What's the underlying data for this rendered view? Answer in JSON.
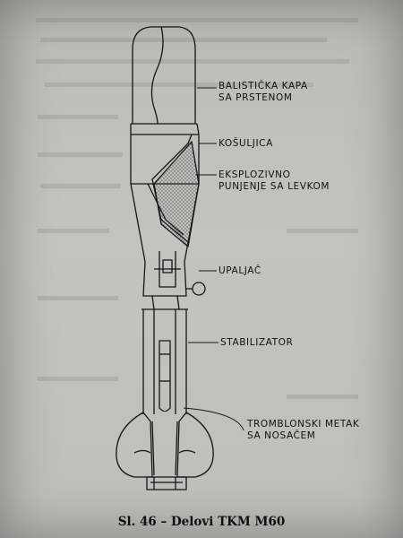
{
  "figure": {
    "labels": {
      "ballistic_cap": [
        "BALISTIČKA KAPA",
        "SA PRSTENOM"
      ],
      "jacket": [
        "KOŠULJICA"
      ],
      "explosive_charge": [
        "EKSPLOZIVNO",
        "PUNJENJE SA LEVKOM"
      ],
      "fuze": [
        "UPALJAČ"
      ],
      "stabilizer": [
        "STABILIZATOR"
      ],
      "cartridge": [
        "TROMBLONSKI METAK",
        "SA NOSAČEM"
      ]
    },
    "caption": "Sl. 46 – Delovi TKM M60"
  }
}
